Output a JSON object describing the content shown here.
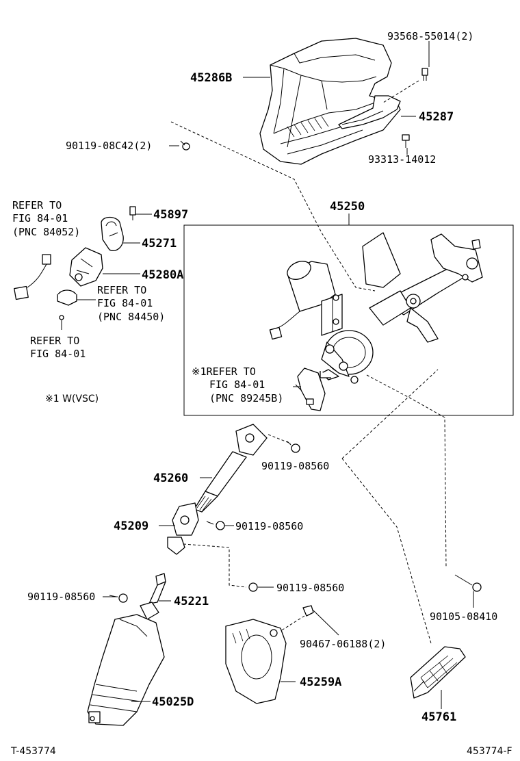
{
  "labels": {
    "p93568": "93568-55014(2)",
    "p45286b": "45286B",
    "p45287": "45287",
    "p90119_08c42": "90119-08C42(2)",
    "p93313": "93313-14012",
    "p45250": "45250",
    "refer1_l1": "REFER TO",
    "refer1_l2": "FIG 84-01",
    "refer1_l3": "(PNC 84052)",
    "p45897": "45897",
    "p45271": "45271",
    "p45280a": "45280A",
    "refer2_l1": "REFER TO",
    "refer2_l2": "FIG 84-01",
    "refer2_l3": "(PNC 84450)",
    "refer3_l1": "REFER TO",
    "refer3_l2": "FIG 84-01",
    "note_vsc": "※1 W(VSC)",
    "refer4_l1": "※1REFER TO",
    "refer4_l2": "FIG 84-01",
    "refer4_l3": "(PNC 89245B)",
    "p90119_08560_a": "90119-08560",
    "p45260": "45260",
    "p45209": "45209",
    "p90119_08560_b": "90119-08560",
    "p90119_08560_c": "90119-08560",
    "p90119_08560_d": "90119-08560",
    "p45221": "45221",
    "p90105": "90105-08410",
    "p90467": "90467-06188(2)",
    "p45259a": "45259A",
    "p45025d": "45025D",
    "p45761": "45761",
    "footer_left": "T-453774",
    "footer_right": "453774-F"
  }
}
